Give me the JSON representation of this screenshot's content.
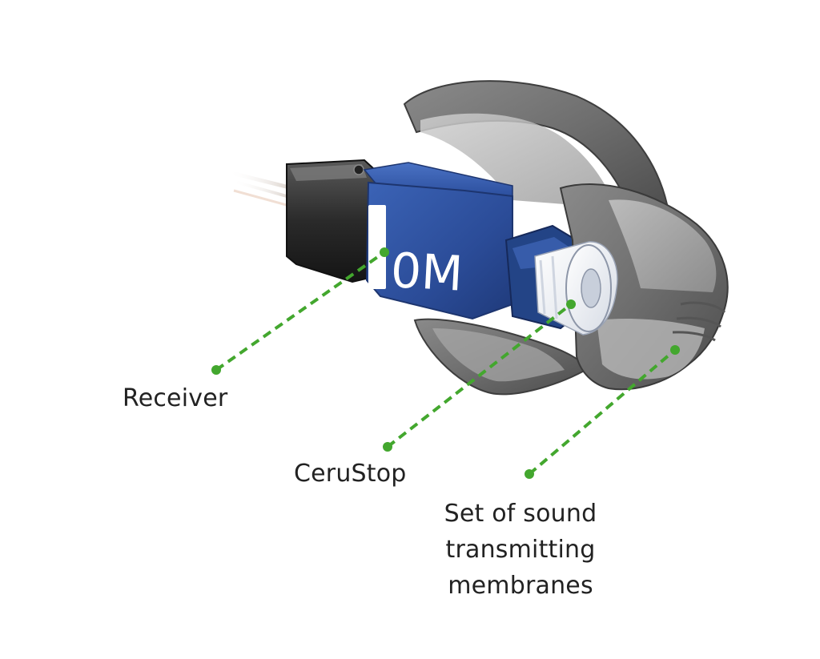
{
  "product": {
    "marking": "0M"
  },
  "labels": {
    "receiver": "Receiver",
    "cerustop": "CeruStop",
    "membranes": {
      "line1": "Set of sound",
      "line2": "transmitting",
      "line3": "membranes"
    }
  },
  "colors": {
    "callout_line": "#43a72e",
    "receiver_body": "#2f56a8",
    "dome_shell": "#707070",
    "text": "#222222"
  }
}
